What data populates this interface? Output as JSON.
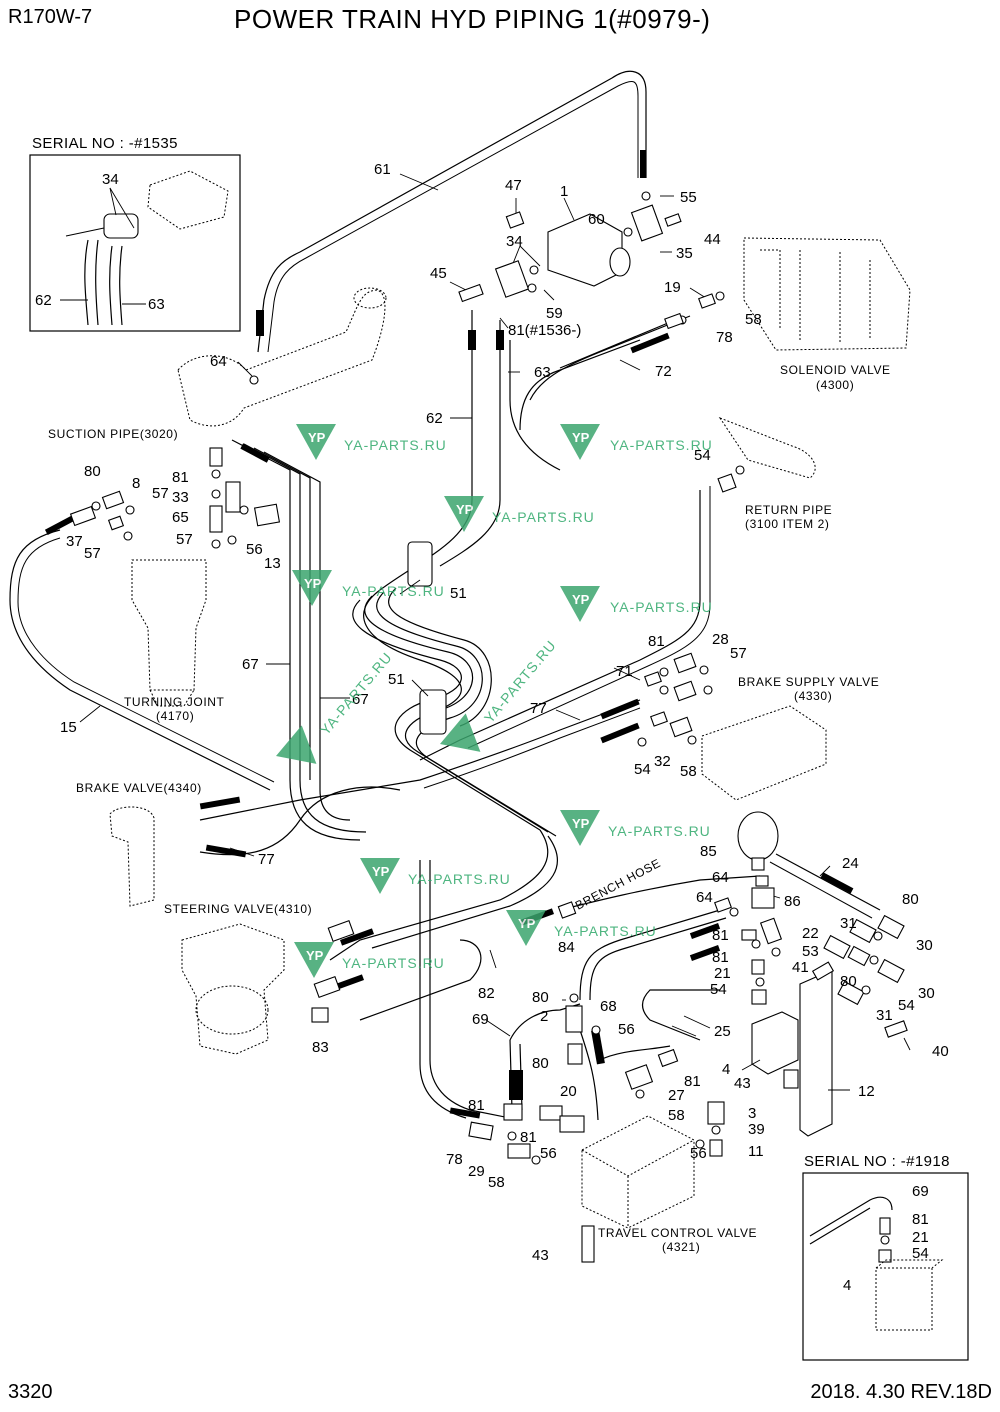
{
  "header": {
    "model": "R170W-7",
    "title": "POWER TRAIN HYD PIPING 1(#0979-)"
  },
  "footer": {
    "page": "3320",
    "revision": "2018. 4.30  REV.18D"
  },
  "inset_top": {
    "serial": "SERIAL NO : -#1535",
    "callouts": [
      "34",
      "62",
      "63"
    ]
  },
  "inset_bottom": {
    "serial": "SERIAL NO : -#1918",
    "callouts": [
      "69",
      "81",
      "21",
      "54",
      "4"
    ]
  },
  "components": {
    "suction_pipe": "SUCTION PIPE(3020)",
    "turning_joint": "TURNING JOINT",
    "turning_joint_ref": "(4170)",
    "solenoid_valve": "SOLENOID VALVE",
    "solenoid_valve_ref": "(4300)",
    "return_pipe": "RETURN PIPE",
    "return_pipe_ref": "(3100 ITEM  2)",
    "brake_supply_valve": "BRAKE SUPPLY VALVE",
    "brake_supply_valve_ref": "(4330)",
    "brake_valve": "BRAKE VALVE(4340)",
    "steering_valve": "STEERING VALVE(4310)",
    "travel_control_valve": "TRAVEL CONTROL VALVE",
    "travel_control_valve_ref": "(4321)",
    "brench_hose": "BRENCH HOSE"
  },
  "watermark": "YA-PARTS.RU",
  "watermark_logo": "YP",
  "callouts": {
    "c1": "1",
    "c47": "47",
    "c60": "60",
    "c55": "55",
    "c44": "44",
    "c35": "35",
    "c61": "61",
    "c34": "34",
    "c45": "45",
    "c59": "59",
    "c81b": "81(#1536-)",
    "c19": "19",
    "c58a": "58",
    "c78a": "78",
    "c72": "72",
    "c63": "63",
    "c62": "62",
    "c64a": "64",
    "c54a": "54",
    "c80a": "80",
    "c8": "8",
    "c57a": "57",
    "c81a": "81",
    "c33": "33",
    "c65": "65",
    "c37": "37",
    "c57b": "57",
    "c57c": "57",
    "c56a": "56",
    "c13": "13",
    "c51a": "51",
    "c51b": "51",
    "c67a": "67",
    "c67b": "67",
    "c15": "15",
    "c71": "71",
    "c81c": "81",
    "c28": "28",
    "c57d": "57",
    "c77a": "77",
    "c54b": "54",
    "c32": "32",
    "c58b": "58",
    "c77b": "77",
    "c85": "85",
    "c24": "24",
    "c64b": "64",
    "c86": "86",
    "c80b": "80",
    "c64c": "64",
    "c31a": "31",
    "c30a": "30",
    "c84": "84",
    "c81d": "81",
    "c22": "22",
    "c53": "53",
    "c81e": "81",
    "c41": "41",
    "c21a": "21",
    "c80c": "80",
    "c30b": "30",
    "c54c": "54",
    "c31b": "31",
    "c82": "82",
    "c83": "83",
    "c80d": "80",
    "c54d": "54",
    "c25": "25",
    "c40": "40",
    "c2": "2",
    "c68": "68",
    "c69": "69",
    "c56b": "56",
    "c4": "4",
    "c12": "12",
    "c80e": "80",
    "c20": "20",
    "c43a": "43",
    "c81f": "81",
    "c27": "27",
    "c81g": "81",
    "c81h": "81",
    "c58c": "58",
    "c3": "3",
    "c39": "39",
    "c78b": "78",
    "c56c": "56",
    "c56d": "56",
    "c11": "11",
    "c29": "29",
    "c58d": "58",
    "c43b": "43"
  }
}
